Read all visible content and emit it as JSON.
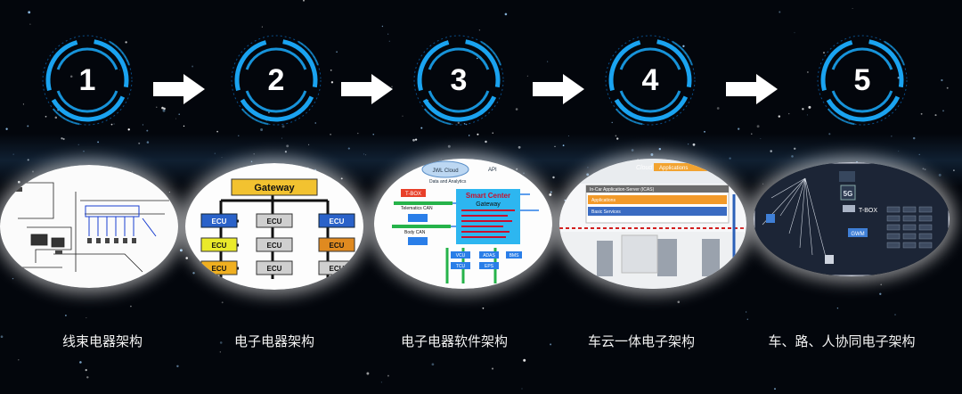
{
  "steps": [
    {
      "number": "1",
      "caption": "线束电器架构"
    },
    {
      "number": "2",
      "caption": "电子电器架构"
    },
    {
      "number": "3",
      "caption": "电子电器软件架构"
    },
    {
      "number": "4",
      "caption": "车云一体电子架构"
    },
    {
      "number": "5",
      "caption": "车、路、人协同电子架构"
    }
  ],
  "thumb2": {
    "gateway": "Gateway",
    "ecu": "ECU"
  },
  "thumb3": {
    "cloud": "JWL Cloud",
    "center_title": "Smart Center",
    "center_sub": "Gateway",
    "tbox": "T-BOX",
    "body_can": "Body CAN",
    "telematics_can": "Telematics CAN",
    "ecus": [
      "VCU",
      "ADAS",
      "BMS",
      "TCU",
      "EPS"
    ],
    "api": "API",
    "ota": "Data and Analytics"
  },
  "thumb4": {
    "cloud": "Cloud",
    "applications": "Applications",
    "header": "In-Car Application-Server (ICAS)",
    "layer1": "Applications",
    "layer2": "Basic Services"
  },
  "thumb5": {
    "fiveg": "5G",
    "tbox": "T-BOX",
    "gwm": "GWM"
  },
  "colors": {
    "ring": "#1aa3f0",
    "ring_glow": "#0b5fa8",
    "arrow": "#ffffff"
  }
}
